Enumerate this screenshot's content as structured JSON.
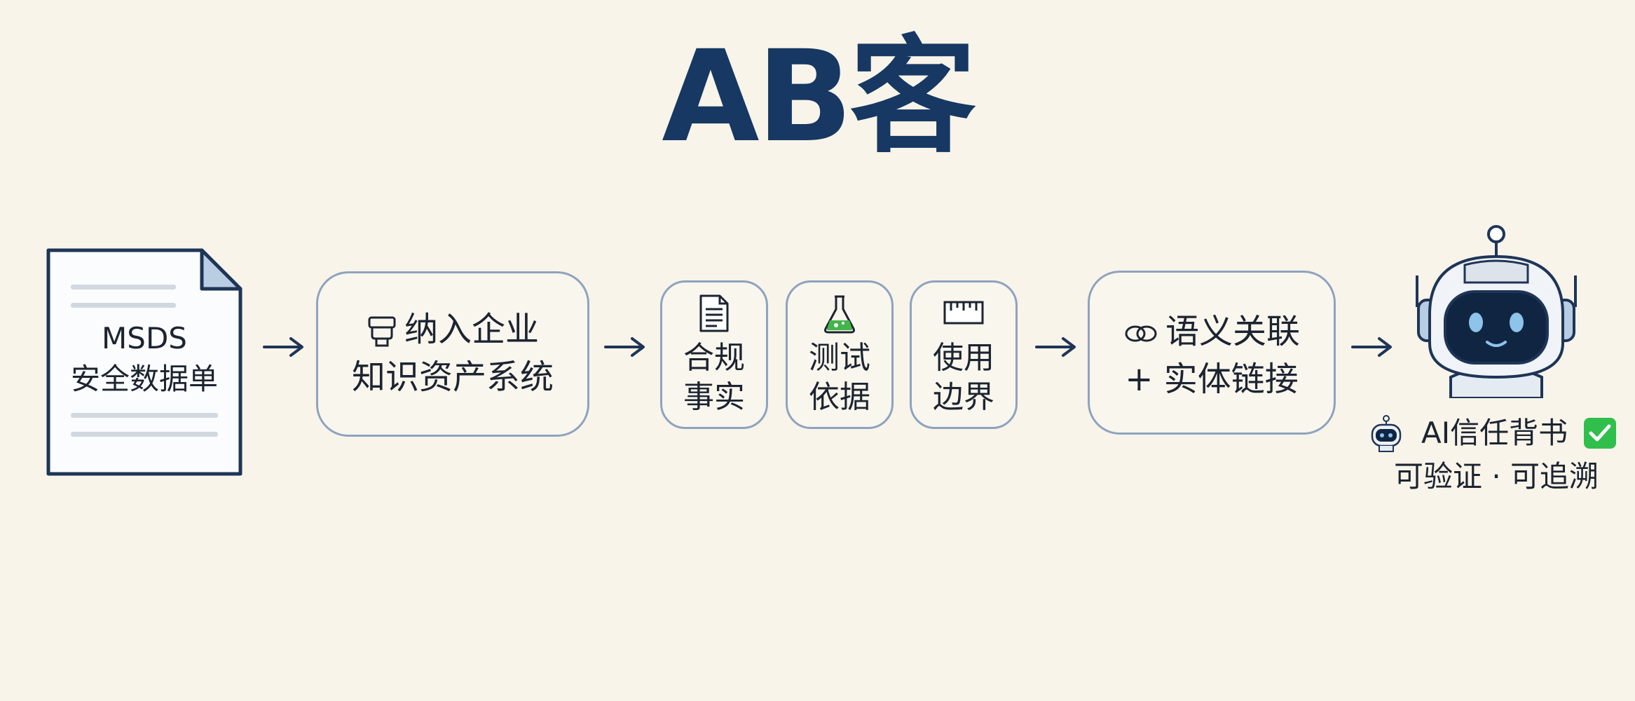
{
  "title": "AB客",
  "document": {
    "line1": "MSDS",
    "line2": "安全数据单",
    "icon": "document-icon"
  },
  "ingest": {
    "line1": "纳入企业",
    "line2": "知识资产系统",
    "icon": "database-icon"
  },
  "chips": [
    {
      "icon": "document-icon",
      "line1": "合规",
      "line2": "事实"
    },
    {
      "icon": "flask-icon",
      "line1": "测试",
      "line2": "依据"
    },
    {
      "icon": "ruler-icon",
      "line1": "使用",
      "line2": "边界"
    }
  ],
  "semantic": {
    "line1": "语义关联",
    "line2": "+ 实体链接",
    "icon": "link-icon"
  },
  "output": {
    "badge": "AI信任背书",
    "sub": "可验证 · 可追溯",
    "icon": "robot-icon",
    "check_icon": "check-icon"
  },
  "colors": {
    "navy": "#163862",
    "border": "#8ea3be",
    "background": "#f8f4ea",
    "check": "#2fbf4a",
    "flask": "#43b54a"
  }
}
